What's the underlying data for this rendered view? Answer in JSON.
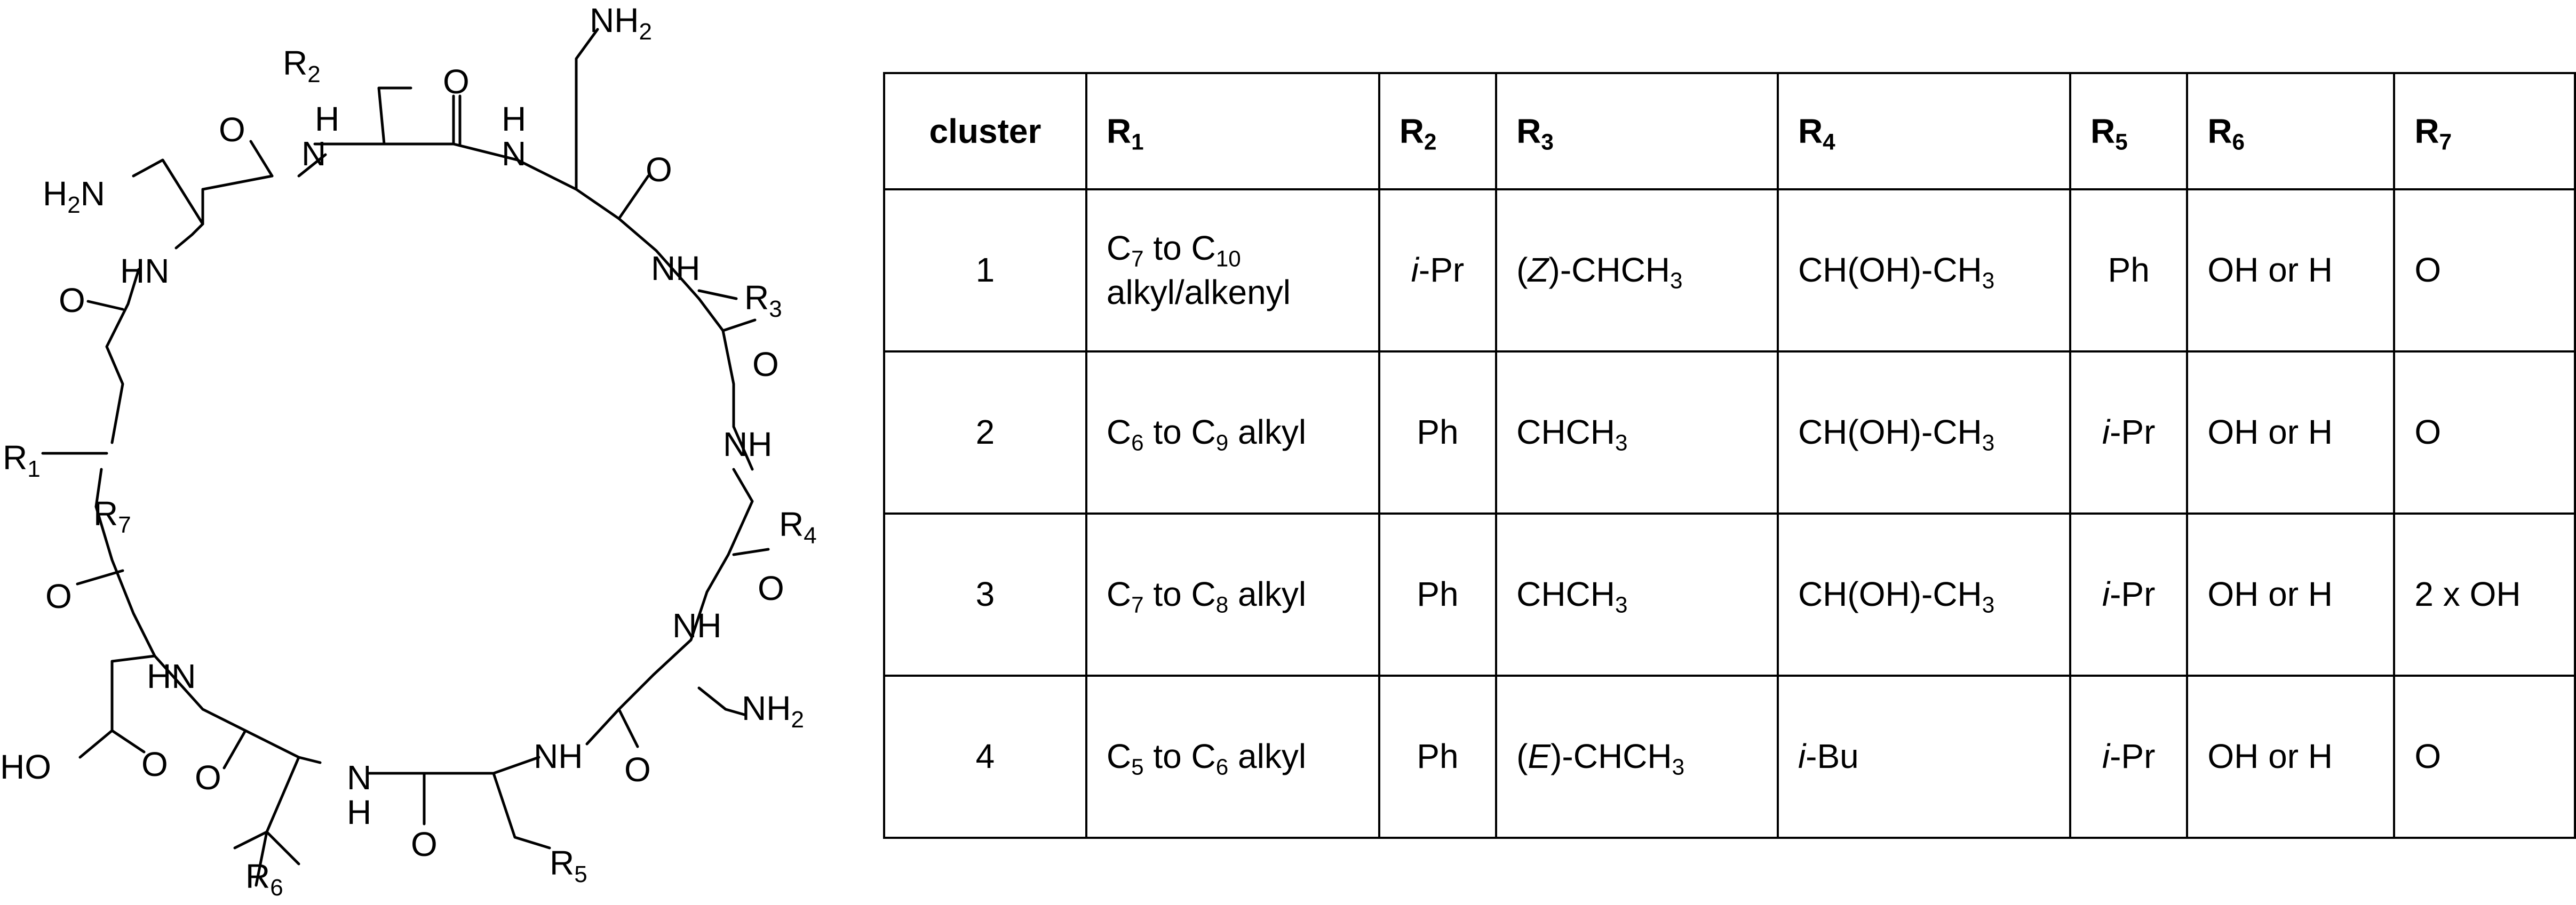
{
  "structure": {
    "labels": {
      "nh2_top": "NH",
      "nh2_top_sub": "2",
      "r2": "R",
      "r2_sub": "2",
      "o1": "O",
      "o2": "O",
      "o3": "O",
      "o4": "O",
      "o5": "O",
      "o6": "O",
      "o7": "O",
      "o8": "O",
      "o9": "O",
      "o10": "O",
      "o11": "O",
      "h_a": "H",
      "n_a": "N",
      "h_b": "H",
      "n_b": "N",
      "h2n": "H",
      "h2n_sub": "2",
      "h2n_n": "N",
      "hn1": "HN",
      "nh1": "NH",
      "r3": "R",
      "r3_sub": "3",
      "nh2": "NH",
      "r1": "R",
      "r1_sub": "1",
      "r4": "R",
      "r4_sub": "4",
      "r7": "R",
      "r7_sub": "7",
      "nh3": "NH",
      "hn2": "HN",
      "nh_bottom": "NH",
      "nh_bottom_sub": "2",
      "nh4": "NH",
      "n_c": "N",
      "h_c": "H",
      "ho": "HO",
      "r6": "R",
      "r6_sub": "6",
      "r5": "R",
      "r5_sub": "5"
    }
  },
  "table": {
    "headers": [
      {
        "text": "cluster",
        "sub": ""
      },
      {
        "text": "R",
        "sub": "1"
      },
      {
        "text": "R",
        "sub": "2"
      },
      {
        "text": "R",
        "sub": "3"
      },
      {
        "text": "R",
        "sub": "4"
      },
      {
        "text": "R",
        "sub": "5"
      },
      {
        "text": "R",
        "sub": "6"
      },
      {
        "text": "R",
        "sub": "7"
      }
    ],
    "rows": [
      [
        [
          {
            "t": "1"
          }
        ],
        [
          {
            "t": "C"
          },
          {
            "s": "7"
          },
          {
            "t": " to C"
          },
          {
            "s": "10"
          },
          {
            "t": "\nalkyl/alkenyl"
          }
        ],
        [
          {
            "i": "i"
          },
          {
            "t": "-Pr"
          }
        ],
        [
          {
            "t": "("
          },
          {
            "i": "Z"
          },
          {
            "t": ")-CHCH"
          },
          {
            "s": "3"
          }
        ],
        [
          {
            "t": "CH(OH)-CH"
          },
          {
            "s": "3"
          }
        ],
        [
          {
            "t": "Ph"
          }
        ],
        [
          {
            "t": "OH or H"
          }
        ],
        [
          {
            "t": "O"
          }
        ]
      ],
      [
        [
          {
            "t": "2"
          }
        ],
        [
          {
            "t": "C"
          },
          {
            "s": "6"
          },
          {
            "t": " to C"
          },
          {
            "s": "9"
          },
          {
            "t": " alkyl"
          }
        ],
        [
          {
            "t": "Ph"
          }
        ],
        [
          {
            "t": "CHCH"
          },
          {
            "s": "3"
          }
        ],
        [
          {
            "t": "CH(OH)-CH"
          },
          {
            "s": "3"
          }
        ],
        [
          {
            "i": "i"
          },
          {
            "t": "-Pr"
          }
        ],
        [
          {
            "t": "OH or H"
          }
        ],
        [
          {
            "t": "O"
          }
        ]
      ],
      [
        [
          {
            "t": "3"
          }
        ],
        [
          {
            "t": "C"
          },
          {
            "s": "7"
          },
          {
            "t": " to C"
          },
          {
            "s": "8"
          },
          {
            "t": " alkyl"
          }
        ],
        [
          {
            "t": "Ph"
          }
        ],
        [
          {
            "t": "CHCH"
          },
          {
            "s": "3"
          }
        ],
        [
          {
            "t": "CH(OH)-CH"
          },
          {
            "s": "3"
          }
        ],
        [
          {
            "i": "i"
          },
          {
            "t": "-Pr"
          }
        ],
        [
          {
            "t": "OH or H"
          }
        ],
        [
          {
            "t": "2 x OH"
          }
        ]
      ],
      [
        [
          {
            "t": "4"
          }
        ],
        [
          {
            "t": "C"
          },
          {
            "s": "5"
          },
          {
            "t": " to C"
          },
          {
            "s": "6"
          },
          {
            "t": " alkyl"
          }
        ],
        [
          {
            "t": "Ph"
          }
        ],
        [
          {
            "t": "("
          },
          {
            "i": "E"
          },
          {
            "t": ")-CHCH"
          },
          {
            "s": "3"
          }
        ],
        [
          {
            "i": "i"
          },
          {
            "t": "-Bu"
          }
        ],
        [
          {
            "i": "i"
          },
          {
            "t": "-Pr"
          }
        ],
        [
          {
            "t": "OH or H"
          }
        ],
        [
          {
            "t": "O"
          }
        ]
      ]
    ]
  }
}
